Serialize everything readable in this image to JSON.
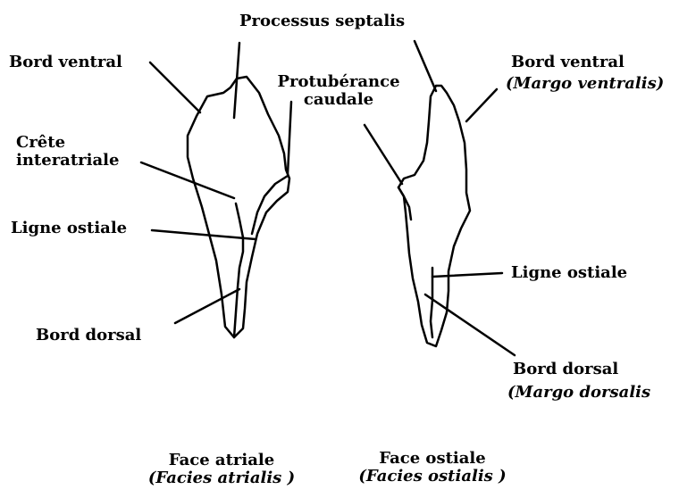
{
  "labels": {
    "processus_septalis": "Processus septalis",
    "bord_ventral_left": "Bord ventral",
    "crete_line1": "Crête",
    "crete_line2": "interatriale",
    "protuberance_line1": "Protubérance",
    "protuberance_line2": "caudale",
    "ligne_ostiale_left": "Ligne ostiale",
    "bord_dorsal_left": "Bord dorsal",
    "bord_ventral_right": "Bord ventral",
    "margo_ventralis": "(Margo ventralis)",
    "ligne_ostiale_right": "Ligne ostiale",
    "bord_dorsal_right": "Bord dorsal",
    "margo_dorsalis": "(Margo dorsalis"
  },
  "captions": {
    "face_atriale": "Face atriale",
    "facies_atrialis": "(Facies atrialis )",
    "face_ostiale": "Face ostiale",
    "facies_ostialis": "(Facies ostialis )"
  },
  "colors": {
    "stroke": "#000000",
    "text": "#000000",
    "background": "#ffffff"
  }
}
